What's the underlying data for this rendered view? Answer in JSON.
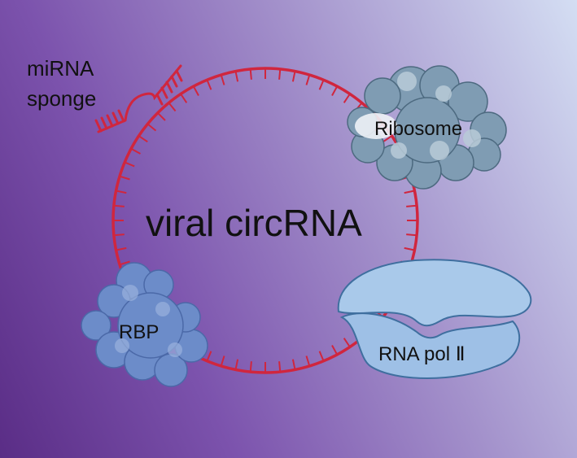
{
  "labels": {
    "center": "viral circRNA",
    "mirna_line1": "miRNA",
    "mirna_line2": "sponge",
    "ribosome": "Ribosome",
    "rbp": "RBP",
    "rnapol": "RNA pol Ⅱ"
  },
  "colors": {
    "rna": "#d0263e",
    "ribosome_fill": "#7f9cb3",
    "ribosome_light": "#b9cbd8",
    "ribosome_highlight": "#eef2f6",
    "rbp_fill": "#6c8cc9",
    "rbp_light": "#9ab2de",
    "pol_fill": "#9ec0e6",
    "pol_stroke": "#3f6f9f"
  },
  "icons": [
    "circ-rna-ring",
    "mirna-sponge-icon",
    "ribosome-icon",
    "rbp-icon",
    "rna-polymerase-icon"
  ]
}
